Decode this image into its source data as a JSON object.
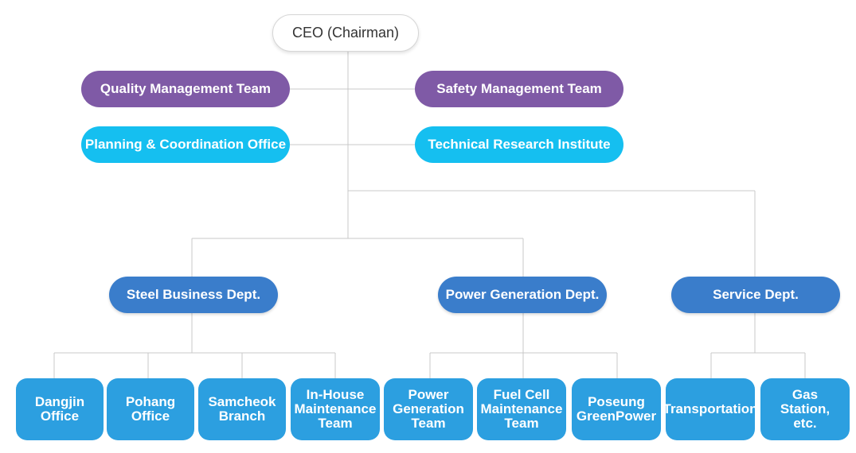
{
  "ceo": "CEO (Chairman)",
  "staff": {
    "quality": "Quality Management Team",
    "safety": "Safety Management Team",
    "planning": "Planning & Coordination Office",
    "research": "Technical Research Institute"
  },
  "departments": {
    "steel": "Steel Business Dept.",
    "power": "Power Generation Dept.",
    "service": "Service Dept."
  },
  "teams": {
    "dangjin": "Dangjin\nOffice",
    "pohang": "Pohang\nOffice",
    "samcheok": "Samcheok\nBranch",
    "inhouse": "In-House\nMaintenance\nTeam",
    "power_gen": "Power\nGeneration\nTeam",
    "fuel_cell": "Fuel Cell\nMaintenance\nTeam",
    "poseung": "Poseung\nGreenPower",
    "transport": "Transportation",
    "gas": "Gas\nStation,\netc."
  },
  "colors": {
    "purple": "#7f5aa6",
    "cyan": "#15bff0",
    "department": "#3a7dcb",
    "team": "#2c9fe0",
    "connector": "#c8c8c8"
  }
}
